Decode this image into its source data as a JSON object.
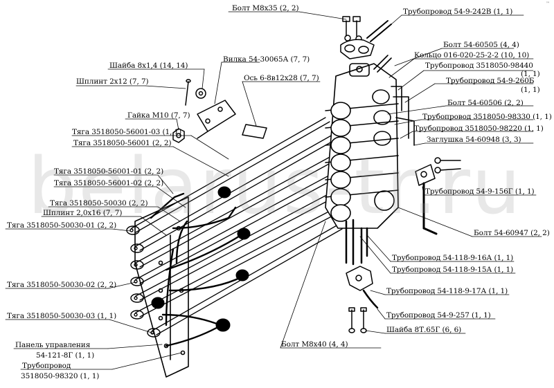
{
  "watermark": "belarus-tr.ru",
  "corner_mark": "™",
  "labels": {
    "bolt_m8x35": "Болт М8х35 (2, 2)",
    "pipe_242v": "Трубопровод 54-9-242В (1, 1)",
    "bolt_60505": "Болт 54-60505 (4, 4)",
    "ring": "Кольцо 016-020-25-2-2 (10, 10)",
    "pipe_98440": "Трубопровод 3518050-98440",
    "pipe_98440_qty": "(1, 1)",
    "pipe_260b": "Трубопровод 54-9-260Б",
    "pipe_260b_qty": "(1, 1)",
    "washer_8x14": "Шайба 8х1,4 (14, 14)",
    "fork": "Вилка 54-30065А (7, 7)",
    "axle": "Ось 6-8в12х28 (7, 7)",
    "pin_2x12": "Шплинт 2х12 (7, 7)",
    "bolt_60506": "Болт 54-60506 (2, 2)",
    "nut_m10": "Гайка М10 (7, 7)",
    "pipe_98330": "Трубопровод 3518050-98330 (1, 1)",
    "rod_56001_03": "Тяга 3518050-56001-03 (1, 1)",
    "pipe_98220": "Трубопровод 3518050-98220 (1, 1)",
    "rod_56001": "Тяга 3518050-56001 (2, 2)",
    "plug": "Заглушка 54-60948 (3, 3)",
    "rod_56001_01": "Тяга 3518050-56001-01 (2, 2)",
    "rod_56001_02": "Тяга 3518050-56001-02 (2, 2)",
    "pipe_156g": "Трубопровод 54-9-156Г (1, 1)",
    "rod_50030": "Тяга 3518050-50030 (2, 2)",
    "pin_2x16": "Шплинт 2,0х16 (7, 7)",
    "rod_50030_01": "Тяга 3518050-50030-01 (2, 2)",
    "bolt_60947": "Болт 54-60947 (2, 2)",
    "pipe_16a": "Трубопровод 54-118-9-16А (1, 1)",
    "pipe_15a": "Трубопровод 54-118-9-15А (1, 1)",
    "rod_50030_02": "Тяга 3518050-50030-02 (2, 2)",
    "pipe_17a": "Трубопровод 54-118-9-17А (1, 1)",
    "rod_50030_03": "Тяга 3518050-50030-03 (1, 1)",
    "pipe_257": "Трубопровод 54-9-257 (1, 1)",
    "washer_8t": "Шайба 8Т.65Г (6, 6)",
    "panel": "Панель управления",
    "panel_code": "54-121-8Г (1, 1)",
    "bolt_m8x40": "Болт М8х40 (4, 4)",
    "pipe_98320": "Трубопровод",
    "pipe_98320_code": "3518050-98320 (1, 1)"
  }
}
